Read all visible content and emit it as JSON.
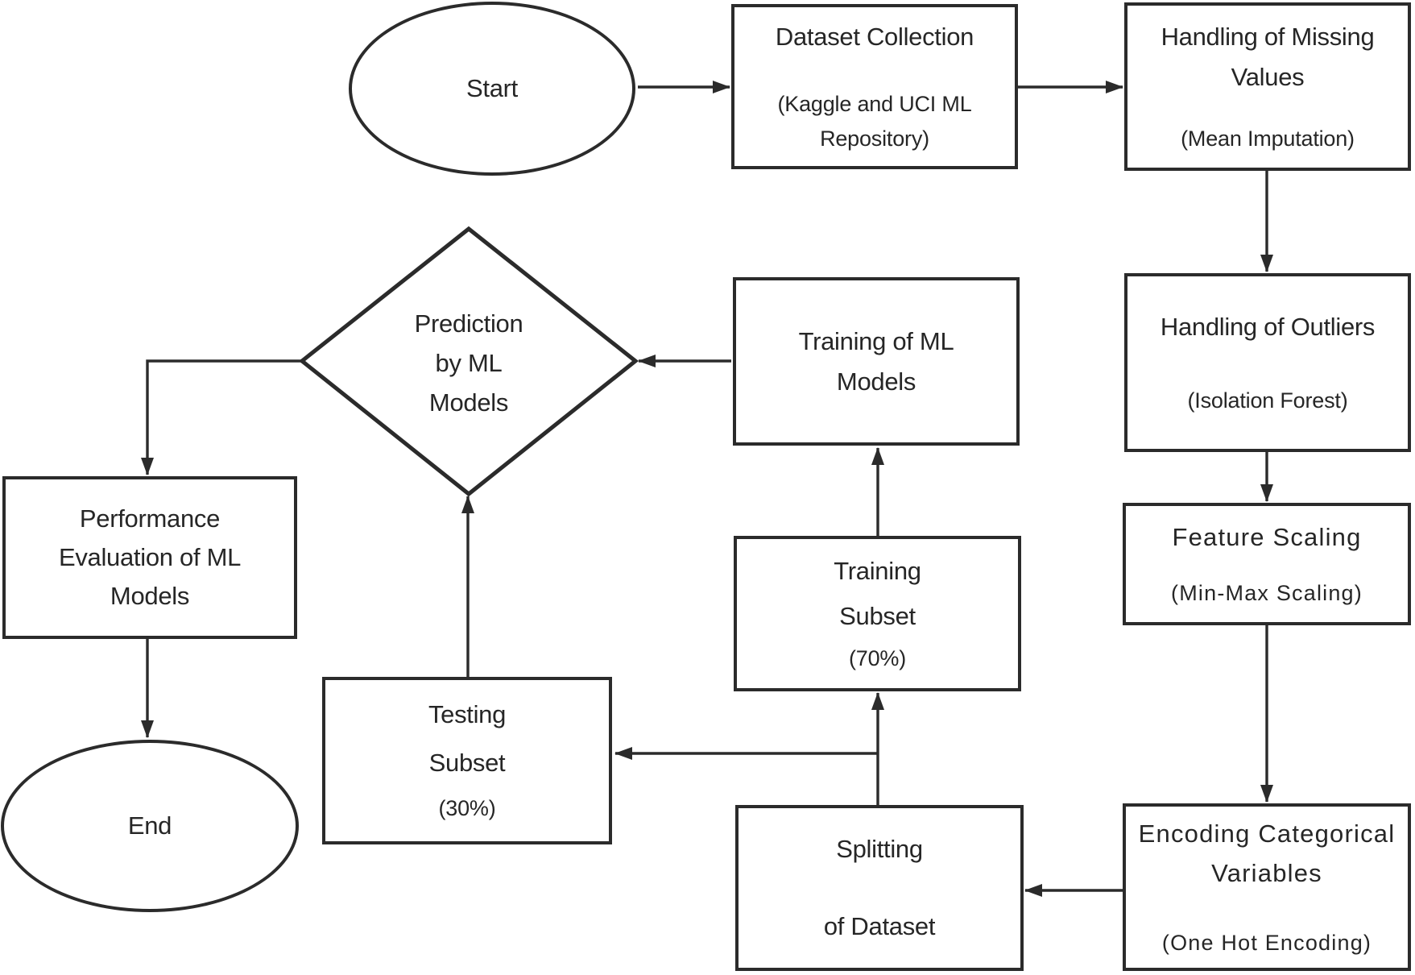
{
  "diagram": {
    "type": "flowchart",
    "ink_color": "#2b2b2b",
    "background_color": "#ffffff",
    "nodes": {
      "start": {
        "shape": "ellipse",
        "label": "Start"
      },
      "dataset_collection": {
        "shape": "rect",
        "title": "Dataset Collection",
        "subtitle": "(Kaggle and UCI ML Repository)"
      },
      "handling_missing_values": {
        "shape": "rect",
        "title": "Handling of Missing Values",
        "subtitle": "(Mean Imputation)"
      },
      "handling_outliers": {
        "shape": "rect",
        "title": "Handling of Outliers",
        "subtitle": "(Isolation Forest)"
      },
      "feature_scaling": {
        "shape": "rect",
        "title": "Feature Scaling",
        "subtitle": "(Min-Max Scaling)"
      },
      "encoding_categorical": {
        "shape": "rect",
        "title": "Encoding Categorical Variables",
        "subtitle": "(One Hot Encoding)"
      },
      "splitting_dataset": {
        "shape": "rect",
        "line1": "Splitting",
        "line2": "of Dataset"
      },
      "training_subset": {
        "shape": "rect",
        "line1": "Training",
        "line2": "Subset",
        "subtitle": "(70%)"
      },
      "testing_subset": {
        "shape": "rect",
        "line1": "Testing",
        "line2": "Subset",
        "subtitle": "(30%)"
      },
      "training_ml_models": {
        "shape": "rect",
        "title": "Training of ML Models"
      },
      "prediction_by_ml_models": {
        "shape": "diamond",
        "line1": "Prediction",
        "line2": "by ML",
        "line3": "Models"
      },
      "performance_evaluation": {
        "shape": "rect",
        "title": "Performance Evaluation of ML Models"
      },
      "end": {
        "shape": "ellipse",
        "label": "End"
      }
    },
    "edges": [
      {
        "from": "start",
        "to": "dataset_collection"
      },
      {
        "from": "dataset_collection",
        "to": "handling_missing_values"
      },
      {
        "from": "handling_missing_values",
        "to": "handling_outliers"
      },
      {
        "from": "handling_outliers",
        "to": "feature_scaling"
      },
      {
        "from": "feature_scaling",
        "to": "encoding_categorical"
      },
      {
        "from": "encoding_categorical",
        "to": "splitting_dataset"
      },
      {
        "from": "splitting_dataset",
        "to": "training_subset"
      },
      {
        "from": "splitting_dataset",
        "to": "testing_subset"
      },
      {
        "from": "training_subset",
        "to": "training_ml_models"
      },
      {
        "from": "training_ml_models",
        "to": "prediction_by_ml_models"
      },
      {
        "from": "testing_subset",
        "to": "prediction_by_ml_models"
      },
      {
        "from": "prediction_by_ml_models",
        "to": "performance_evaluation"
      },
      {
        "from": "performance_evaluation",
        "to": "end"
      }
    ]
  }
}
